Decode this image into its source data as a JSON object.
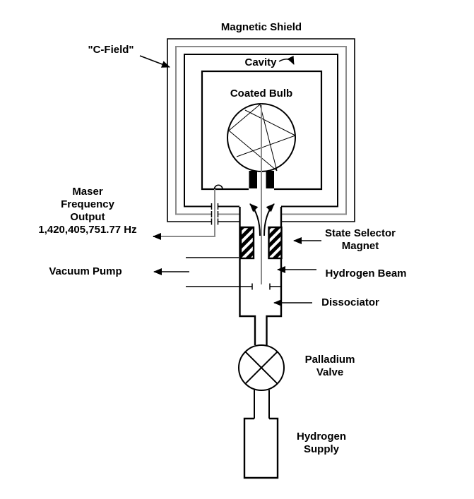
{
  "diagram": {
    "labels": {
      "magnetic_shield": "Magnetic Shield",
      "c_field": "\"C-Field\"",
      "cavity": "Cavity",
      "coated_bulb": "Coated Bulb",
      "maser_output": "Maser\nFrequency\nOutput\n1,420,405,751.77 Hz",
      "vacuum_pump": "Vacuum Pump",
      "state_selector_magnet": "State Selector\nMagnet",
      "hydrogen_beam": "Hydrogen Beam",
      "dissociator": "Dissociator",
      "palladium_valve": "Palladium\nValve",
      "hydrogen_supply": "Hydrogen\nSupply"
    },
    "maser_frequency_value": "1,420,405,751.77 Hz",
    "colors": {
      "primary_line": "#000000",
      "secondary_line": "#8a8a8a",
      "background": "#ffffff"
    }
  }
}
